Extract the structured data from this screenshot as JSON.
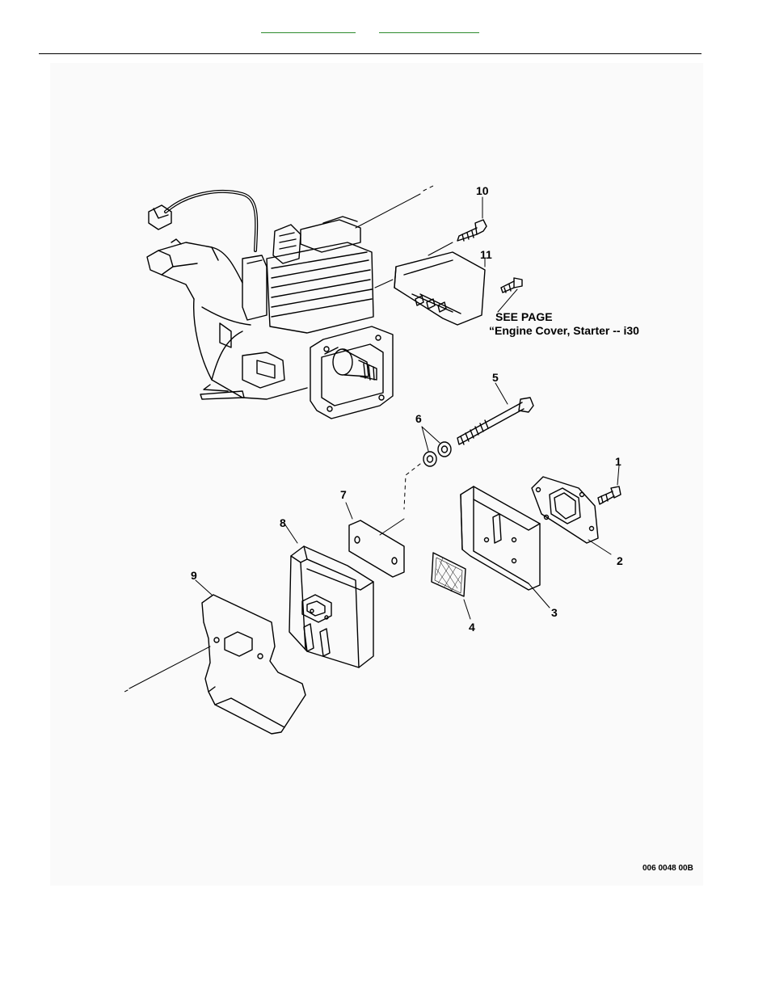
{
  "callouts": {
    "c1": "1",
    "c2": "2",
    "c3": "3",
    "c4": "4",
    "c5": "5",
    "c6": "6",
    "c7": "7",
    "c8": "8",
    "c9": "9",
    "c10": "10",
    "c11": "11"
  },
  "note": {
    "line1": "SEE PAGE",
    "line2": "“Engine Cover, Starter -- i30"
  },
  "figure_code": "006 0048 00B",
  "colors": {
    "link_underline": "#2e8b2e",
    "line_art": "#000000",
    "panel_background": "#fafafa"
  }
}
